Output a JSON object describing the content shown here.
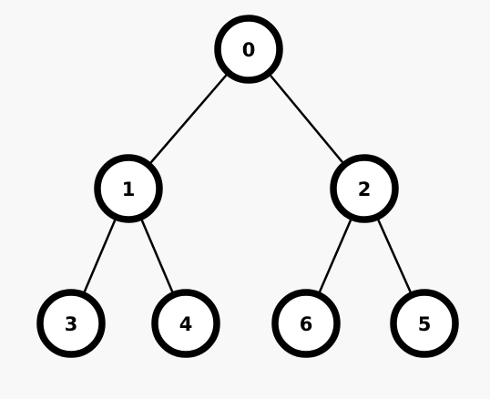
{
  "tree": {
    "nodes": [
      {
        "id": "0",
        "label": "0"
      },
      {
        "id": "1",
        "label": "1"
      },
      {
        "id": "2",
        "label": "2"
      },
      {
        "id": "3",
        "label": "3"
      },
      {
        "id": "4",
        "label": "4"
      },
      {
        "id": "6",
        "label": "6"
      },
      {
        "id": "5",
        "label": "5"
      }
    ],
    "edges": [
      {
        "from": "0",
        "to": "1"
      },
      {
        "from": "0",
        "to": "2"
      },
      {
        "from": "1",
        "to": "3"
      },
      {
        "from": "1",
        "to": "4"
      },
      {
        "from": "2",
        "to": "6"
      },
      {
        "from": "2",
        "to": "5"
      }
    ]
  },
  "colors": {
    "background": "#f8f8f8",
    "node_fill": "#ffffff",
    "node_stroke": "#000000",
    "edge": "#000000",
    "text": "#000000"
  }
}
